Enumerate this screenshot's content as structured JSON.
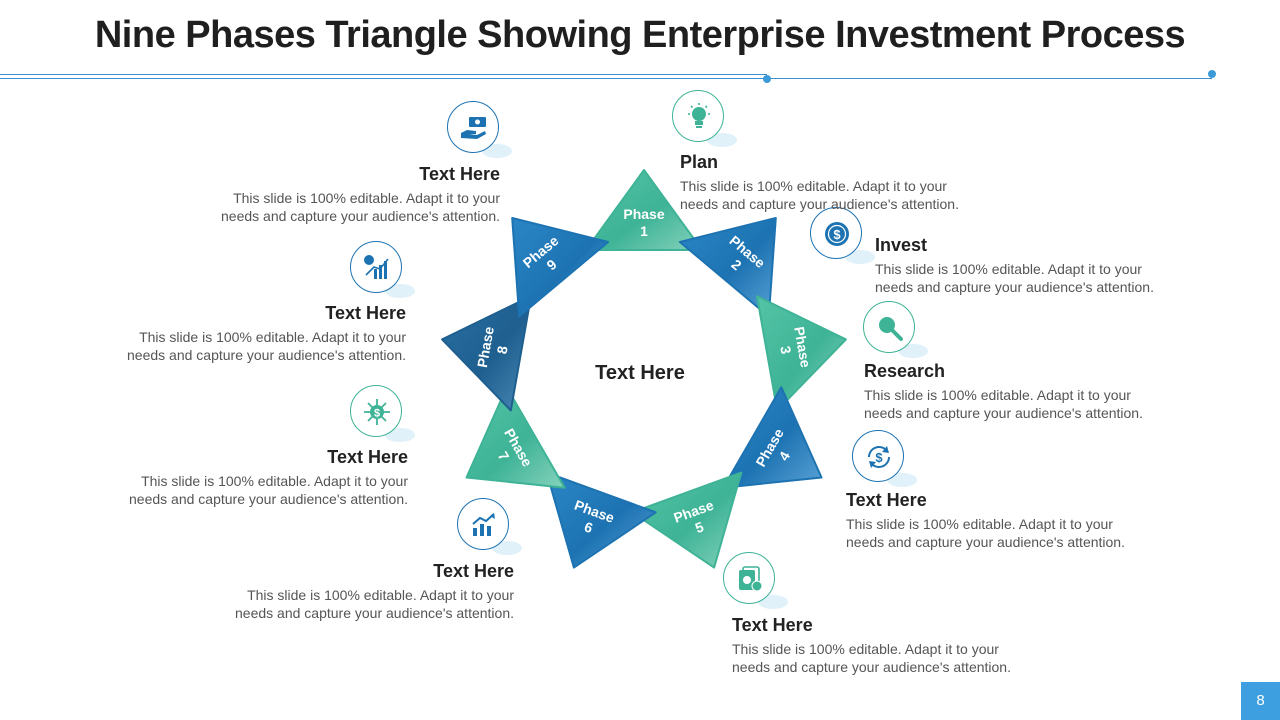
{
  "title": "Nine Phases Triangle Showing Enterprise Investment Process",
  "center_label": "Text Here",
  "page_number": "8",
  "colors": {
    "teal": "#3eb396",
    "blue": "#1d73b2",
    "navy": "#1e5f8f",
    "accent_line": "#3b8fd0"
  },
  "phases": [
    {
      "word": "Phase",
      "num": "1",
      "color": "teal"
    },
    {
      "word": "Phase",
      "num": "2",
      "color": "blue"
    },
    {
      "word": "Phase",
      "num": "3",
      "color": "teal"
    },
    {
      "word": "Phase",
      "num": "4",
      "color": "blue"
    },
    {
      "word": "Phase",
      "num": "5",
      "color": "teal"
    },
    {
      "word": "Phase",
      "num": "6",
      "color": "blue"
    },
    {
      "word": "Phase",
      "num": "7",
      "color": "teal"
    },
    {
      "word": "Phase",
      "num": "8",
      "color": "navy"
    },
    {
      "word": "Phase",
      "num": "9",
      "color": "blue"
    }
  ],
  "blocks": [
    {
      "heading": "Plan",
      "body": "This slide is 100% editable. Adapt it to your needs and capture your audience's attention.",
      "icon": "lightbulb-icon"
    },
    {
      "heading": "Invest",
      "body": "This slide is 100% editable. Adapt it to your needs and capture your audience's attention.",
      "icon": "dollar-coin-icon"
    },
    {
      "heading": "Research",
      "body": "This slide is 100% editable. Adapt it to your needs and capture your audience's attention.",
      "icon": "magnifier-icon"
    },
    {
      "heading": "Text Here",
      "body": "This slide is 100% editable. Adapt it to your needs and capture your audience's attention.",
      "icon": "dollar-cycle-icon"
    },
    {
      "heading": "Text Here",
      "body": "This slide is 100% editable. Adapt it to your needs and capture your audience's attention.",
      "icon": "money-stack-icon"
    },
    {
      "heading": "Text Here",
      "body": "This slide is 100% editable. Adapt it to your needs and capture your audience's attention.",
      "icon": "growth-chart-icon"
    },
    {
      "heading": "Text Here",
      "body": "This slide is 100% editable. Adapt it to your needs and capture your audience's attention.",
      "icon": "dollar-network-icon"
    },
    {
      "heading": "Text Here",
      "body": "This slide is 100% editable. Adapt it to your needs and capture your audience's attention.",
      "icon": "investment-growth-icon"
    },
    {
      "heading": "Text Here",
      "body": "This slide is 100% editable. Adapt it to your needs and capture your audience's attention.",
      "icon": "hand-money-icon"
    }
  ]
}
